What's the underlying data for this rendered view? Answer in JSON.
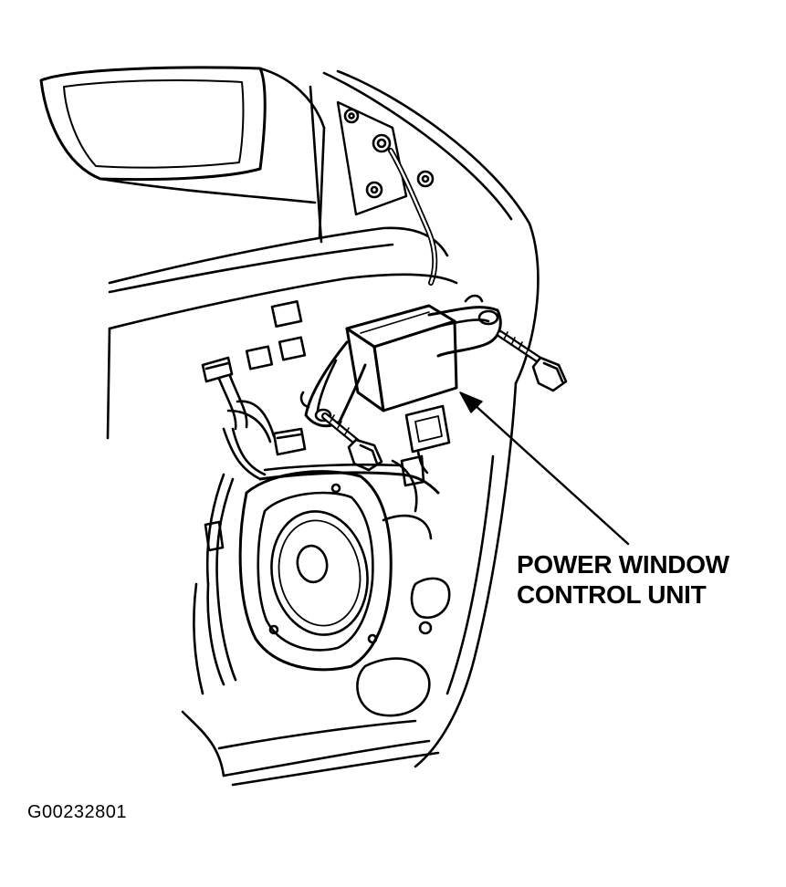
{
  "diagram": {
    "callout": {
      "line1": "POWER WINDOW",
      "line2": "CONTROL UNIT"
    },
    "figure_id": "G00232801"
  }
}
